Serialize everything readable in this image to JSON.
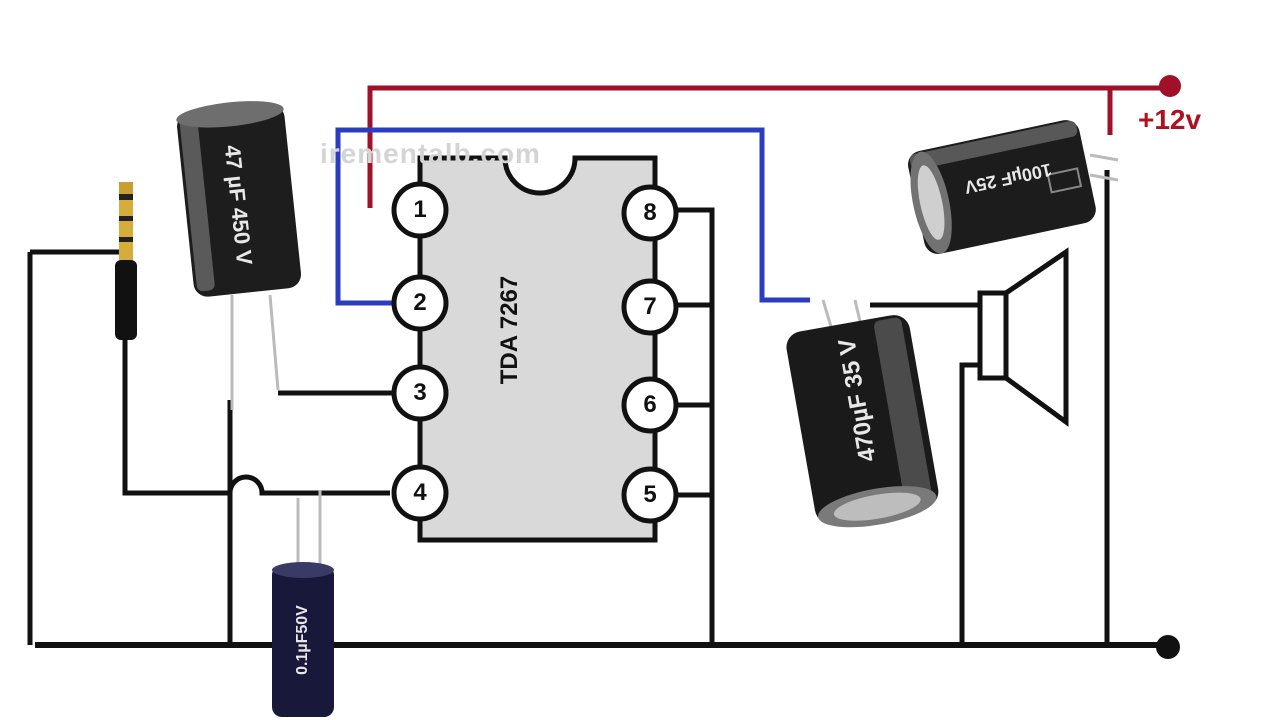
{
  "watermark": "irementalb.com",
  "ic": {
    "name": "TDA 7267",
    "left_pins": [
      "1",
      "2",
      "3",
      "4"
    ],
    "right_pins": [
      "8",
      "7",
      "6",
      "5"
    ]
  },
  "supply": {
    "label": "+12v"
  },
  "capacitors": [
    {
      "label": "47 µF 450 V"
    },
    {
      "label": "0.1µF50V"
    },
    {
      "label": "470µF 35 V"
    },
    {
      "label": "100µF 25V"
    }
  ],
  "colors": {
    "wire": "#111111",
    "positive_wire": "#a01028",
    "signal_wire": "#2a3cc0",
    "chip_body": "#d9d9d9",
    "supply_label": "#b01020"
  }
}
